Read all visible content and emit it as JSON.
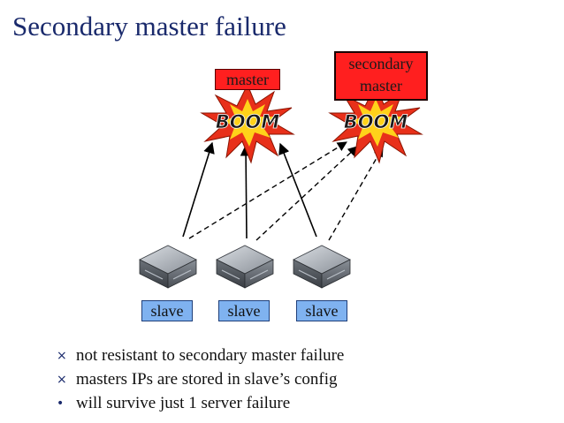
{
  "slide": {
    "title": "Secondary master failure"
  },
  "nodes": {
    "master_label": "master",
    "secondary_label_line1": "secondary",
    "secondary_label_line2": "master",
    "boom_text": "BOOM",
    "slaves": [
      "slave",
      "slave",
      "slave"
    ]
  },
  "bullets": [
    {
      "marker": "×",
      "text": "not resistant to secondary master failure"
    },
    {
      "marker": "×",
      "text": "masters IPs are stored in slave’s config"
    },
    {
      "marker": "•",
      "text": "will survive just 1 server failure"
    }
  ],
  "colors": {
    "title": "#1a2a6c",
    "master_fill": "#ff1f1f",
    "slave_fill": "#7fb2f0",
    "boom_fill": "#e8301a",
    "boom_core": "#ffd21a"
  }
}
